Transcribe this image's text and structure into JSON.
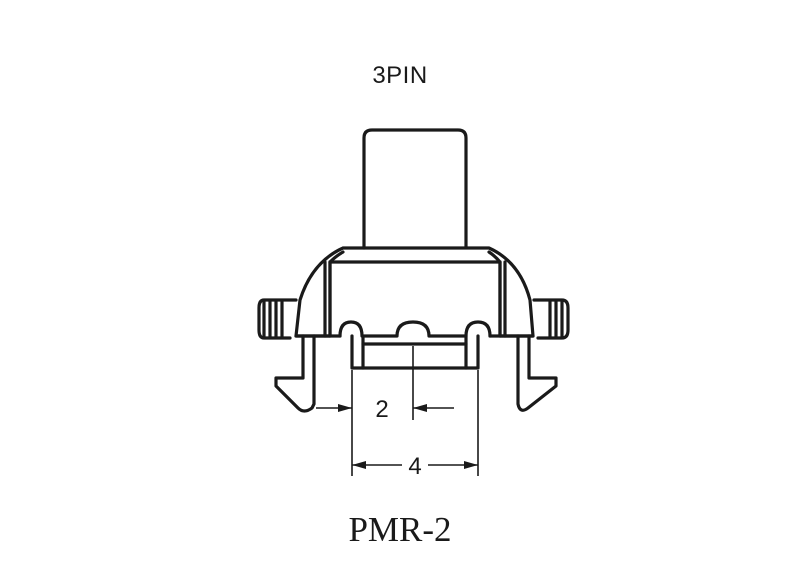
{
  "drawing": {
    "pin_label": "3PIN",
    "model_label": "PMR-2",
    "dimensions": {
      "pitch": "2",
      "span": "4"
    },
    "colors": {
      "line": "#1a1a1a",
      "background": "#ffffff"
    }
  }
}
